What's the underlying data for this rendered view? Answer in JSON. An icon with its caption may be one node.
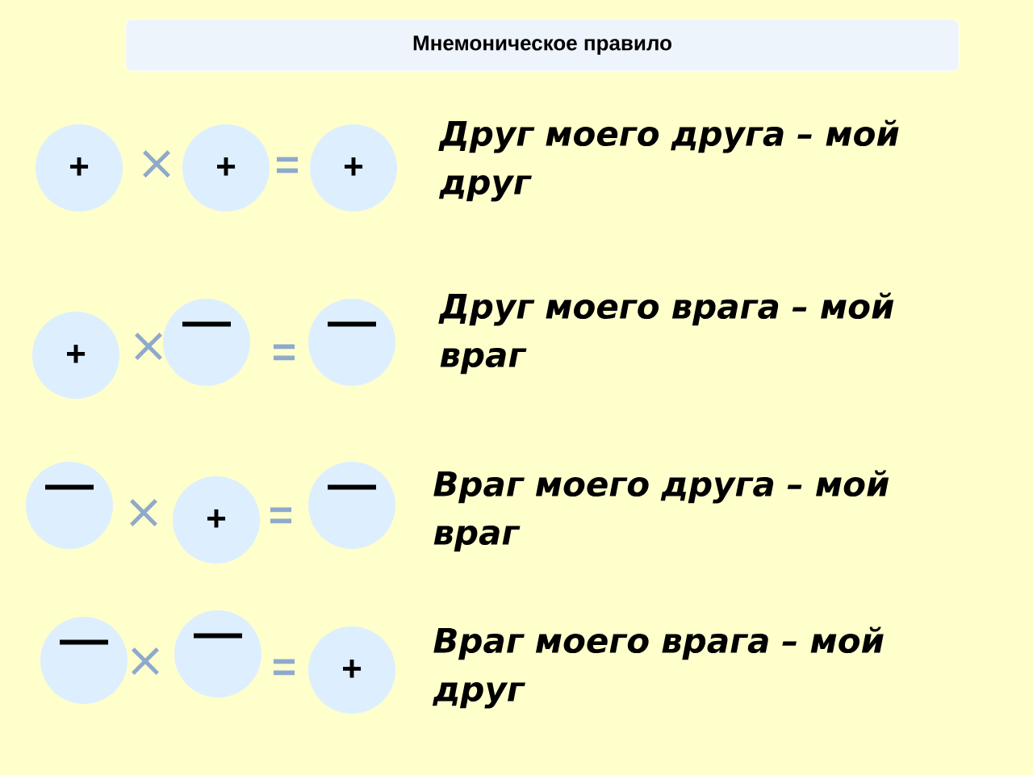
{
  "diagram": {
    "title": "Мнемоническое правило",
    "nodes": [
      {
        "text": [
          "+"
        ]
      },
      {
        "text": [
          "+"
        ]
      },
      {
        "text": [
          "+"
        ]
      },
      {
        "text": [
          "+"
        ]
      },
      {
        "text": [
          "—"
        ]
      },
      {
        "text": [
          "—"
        ]
      },
      {
        "text": [
          "—"
        ]
      },
      {
        "text": [
          "+"
        ]
      },
      {
        "text": [
          "—"
        ]
      },
      {
        "text": [
          "—"
        ]
      },
      {
        "text": [
          "—"
        ]
      },
      {
        "text": [
          "+"
        ]
      }
    ],
    "labels": [
      "×",
      "=",
      "Друг моего друга – мой друг",
      "×",
      "=",
      "Друг моего врага – мой враг",
      "×",
      "=",
      "Враг моего друга – мой враг",
      "×",
      "=",
      "Враг моего врага – мой друг"
    ]
  }
}
